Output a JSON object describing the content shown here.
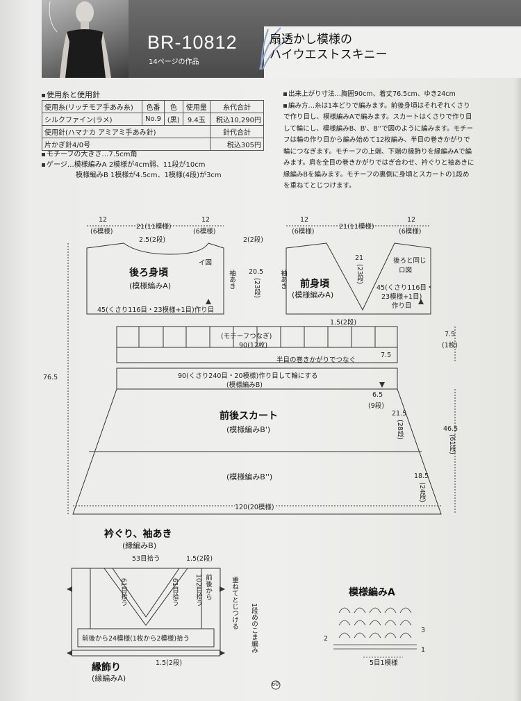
{
  "header": {
    "code": "BR-10812",
    "page_ref": "14ページの作品",
    "title_line1": "扇透かし模様の",
    "title_line2": "ハイウエストスキニー"
  },
  "materials": {
    "heading": "使用糸と使用針",
    "row1": [
      "使用糸(リッチモア手あみ糸)",
      "色番",
      "色",
      "使用量",
      "糸代合計"
    ],
    "row2": [
      "シルクファイン(ラメ)",
      "No.9",
      "(黒)",
      "9.4玉",
      "税込10,290円"
    ],
    "row3": [
      "使用針(ハマナカ アミアミ手あみ針)",
      "針代合計"
    ],
    "row4": [
      "片かぎ針4/0号",
      "税込305円"
    ],
    "motif_size": "モチーフの大きさ…7.5cm角",
    "gauge_line1": "ゲージ…模様編みA 2模様が4cm弱、11段が10cm",
    "gauge_line2": "模様編みB 1模様が4.5cm、1模様(4段)が3cm"
  },
  "instructions": {
    "size_line": "出来上がり寸法…胸囲90cm、着丈76.5cm、ゆき24cm",
    "method_lines": [
      "編み方…糸は1本どりで編みます。前後身頃はそれぞれくさり",
      "で作り目し、模様編みAで編みます。スカートはくさりで作り目",
      "して輪にし、模様編みB、B'、B''で図のように編みます。モチー",
      "フは輪の作り目から編み始めて12枚編み、半目の巻きかがりで",
      "輪につなぎます。モチーフの上端、下端の縁飾りを縁編みAで編",
      "みます。肩を全目の巻きかがりではぎ合わせ、衿ぐりと袖あきに",
      "縁編みBを編みます。モチーフの裏側に身頃とスカートの1段め",
      "を重ねてとじつけます。"
    ]
  },
  "back_bodice": {
    "title": "後ろ身頃",
    "pattern": "(模様編みA)",
    "dim_left": "12",
    "dim_left_sub": "(6模様)",
    "dim_center": "21(11模様)",
    "dim_right": "12",
    "dim_right_sub": "(6模様)",
    "neck_depth": "2.5(2段)",
    "shoulder_drop": "2(2段)",
    "marker": "イ図",
    "sleeve_label": "袖あき",
    "height": "20.5",
    "height_rows": "(23段)",
    "bottom": "45(くさり116目・23模様+1目)作り目"
  },
  "front_bodice": {
    "title": "前身頃",
    "pattern": "(模様編みA)",
    "dim_left": "12",
    "dim_left_sub": "(6模様)",
    "dim_center": "21(11模様)",
    "dim_right": "12",
    "dim_right_sub": "(6模様)",
    "v_depth": "21",
    "v_depth_rows": "(23段)",
    "same_as_back": "後ろと同じ",
    "marker": "ロ図",
    "sleeve_label": "袖あき",
    "bottom_line1": "45(くさり116目・",
    "bottom_line2": "23模様+1目)",
    "bottom_line3": "作り目",
    "gap": "1.5(2段)"
  },
  "motif_band": {
    "label": "(モチーフつなぎ)",
    "width": "90(12枚)",
    "height": "7.5",
    "height_sub": "(1枚)",
    "join_note": "半目の巻きかがりでつなぐ",
    "square": "7.5"
  },
  "skirt": {
    "start": "90(くさり240目・20模様)作り目して輪にする",
    "start_pattern": "(模様編みB)",
    "title": "前後スカート",
    "pattern_b1": "(模様編みB')",
    "pattern_b2": "(模様編みB'')",
    "total_height": "76.5",
    "seg1": "6.5",
    "seg1_rows": "(9段)",
    "seg2": "21.5",
    "seg2_rows": "(28段)",
    "seg_total": "46.5",
    "seg_total_rows": "(61段)",
    "seg3": "18.5",
    "seg3_rows": "(24段)",
    "hem": "120(20模様)"
  },
  "neck_diagram": {
    "title": "衿ぐり、袖あき",
    "subtitle": "(縁編みB)",
    "pick_top": "53目拾う",
    "edge": "1.5(2段)",
    "left_pick": "61目拾う",
    "right_pick": "61目拾う",
    "front_pick": "102目拾う",
    "front_from": "前後から",
    "overlap_note": "重ねてとじつける",
    "row1_note": "1段めのこま編み",
    "bottom_pick": "前後から24模様(1枚から2模様)拾う",
    "bottom_edge": "1.5(2段)",
    "trim_title": "縁飾り",
    "trim_pattern": "(縁編みA)"
  },
  "pattern_a": {
    "title": "模様編みA",
    "repeat": "5目1模様",
    "rows": [
      "1",
      "2",
      "3"
    ]
  },
  "page_number": "60"
}
